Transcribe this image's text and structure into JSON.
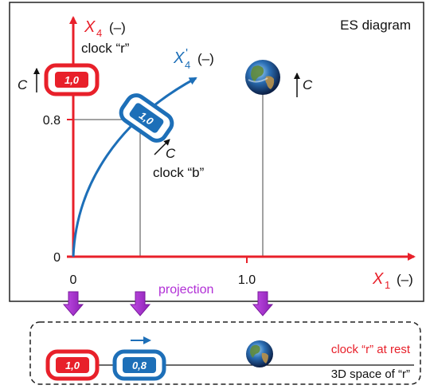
{
  "title": "ES diagram",
  "axis_x": {
    "symbol": "X",
    "sub": "1",
    "unit": "(–)"
  },
  "axis_y": {
    "symbol": "X",
    "sub": "4",
    "unit": "(–)"
  },
  "axis_blue": {
    "symbol": "X",
    "sub": "4",
    "prime": "'",
    "unit": "(–)"
  },
  "ticks": {
    "x0": "0",
    "x1": "1.0",
    "y0": "0",
    "y08": "0.8"
  },
  "clock_r": {
    "label": "clock “r”",
    "display": "1,0"
  },
  "clock_b": {
    "label": "clock “b”",
    "display": "1,0"
  },
  "speed_symbol": "C",
  "projection_label": "projection",
  "bottom": {
    "rest_label": "clock “r” at rest",
    "space_label": "3D space of “r”",
    "red_display": "1,0",
    "blue_display": "0,8"
  },
  "colors": {
    "red": "#e8202a",
    "blue": "#1d6fb8",
    "purple": "#b12fd6",
    "black": "#111111"
  }
}
